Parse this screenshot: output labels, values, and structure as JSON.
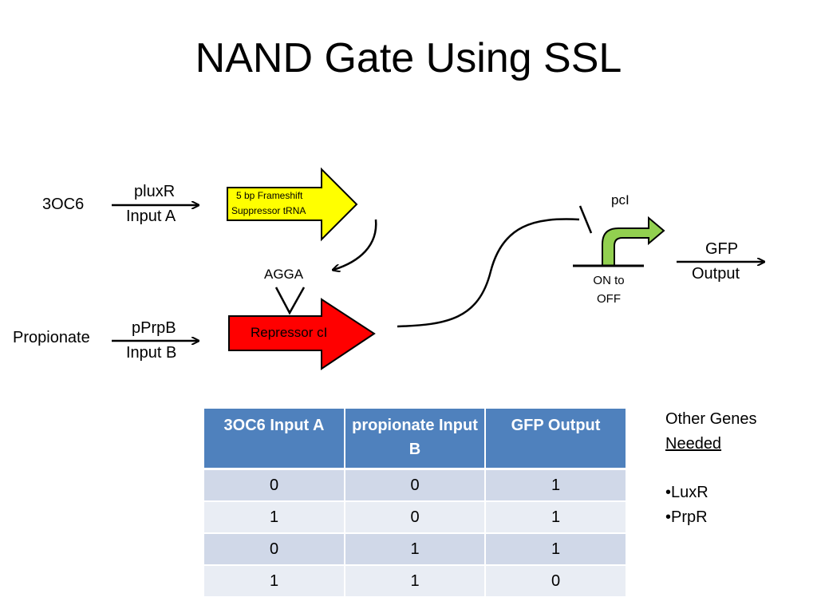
{
  "title": "NAND Gate Using SSL",
  "diagram": {
    "input_a": {
      "signal": "3OC6",
      "promoter": "pluxR",
      "label": "Input A"
    },
    "input_b": {
      "signal": "Propionate",
      "promoter": "pPrpB",
      "label": "Input B"
    },
    "trna_gene": {
      "line1": "5 bp Frameshift",
      "line2": "Suppressor tRNA",
      "color": "#ffff00"
    },
    "repressor_gene": {
      "label": "Repressor cI",
      "color": "#ff0000"
    },
    "codon": "AGGA",
    "promoter_pci": {
      "label": "pcI",
      "state_line1": "ON to",
      "state_line2": "OFF",
      "color": "#92d050"
    },
    "output": {
      "line1": "GFP",
      "line2": "Output"
    }
  },
  "truth_table": {
    "headers": [
      "3OC6 Input A",
      "propionate Input B",
      "GFP Output"
    ],
    "rows": [
      [
        "0",
        "0",
        "1"
      ],
      [
        "1",
        "0",
        "1"
      ],
      [
        "0",
        "1",
        "1"
      ],
      [
        "1",
        "1",
        "0"
      ]
    ],
    "header_color": "#4f81bd"
  },
  "other_genes": {
    "line1": "Other Genes",
    "line2": "Needed",
    "items": [
      "•LuxR",
      "•PrpR"
    ]
  }
}
